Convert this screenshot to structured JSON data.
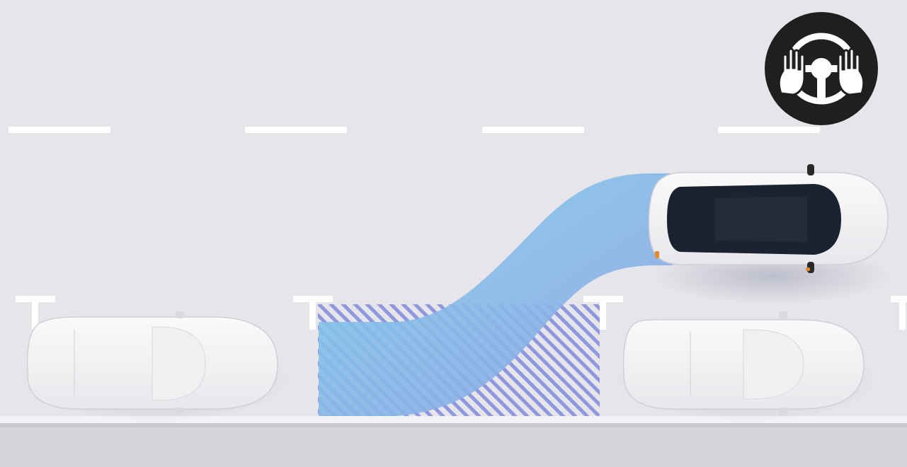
{
  "scene": {
    "description_free": true,
    "icons": {
      "hands_free_badge": "hands-off-steering-wheel-icon"
    },
    "colors": {
      "road": "#e6e5ea",
      "lane_mark": "#ffffff",
      "curb": "#d4d3d8",
      "path_start": "#7fd0ea",
      "path_end": "#8fa2e6",
      "hatch": "#8a93de",
      "badge_bg": "#1f1f1f",
      "car_body": "#f4f4f6",
      "car_glass": "#1b2230"
    },
    "vehicles": [
      {
        "name": "parked-car-left",
        "role": "parked"
      },
      {
        "name": "ego-car",
        "role": "maneuvering"
      },
      {
        "name": "parked-car-right",
        "role": "parked"
      }
    ],
    "parking_space": {
      "name": "target-parking-space",
      "state": "free"
    }
  }
}
